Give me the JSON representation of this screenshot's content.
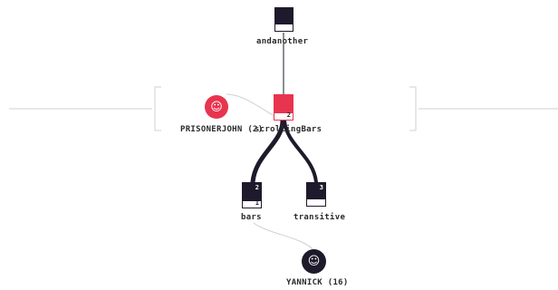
{
  "colors": {
    "accent_red": "#e8344e",
    "node_dark": "#1e1a2b",
    "link_thin": "#cfcfcf",
    "link_thick": "#1e1a2b",
    "bracket": "#d2d2d2"
  },
  "nodes": {
    "andanother": {
      "label": "andanother"
    },
    "scrollingbars": {
      "label": "scrollingBars",
      "badge": "2"
    },
    "bars": {
      "label": "bars",
      "badge_top": "2",
      "badge_bottom": "1"
    },
    "transitive": {
      "label": "transitive",
      "badge_top": "3"
    }
  },
  "users": {
    "prisonerjohn": {
      "label": "PRISONERJOHN (2)",
      "icon": "smiley-face-icon"
    },
    "yannick": {
      "label": "YANNICK (16)",
      "icon": "smiley-face-icon"
    }
  }
}
